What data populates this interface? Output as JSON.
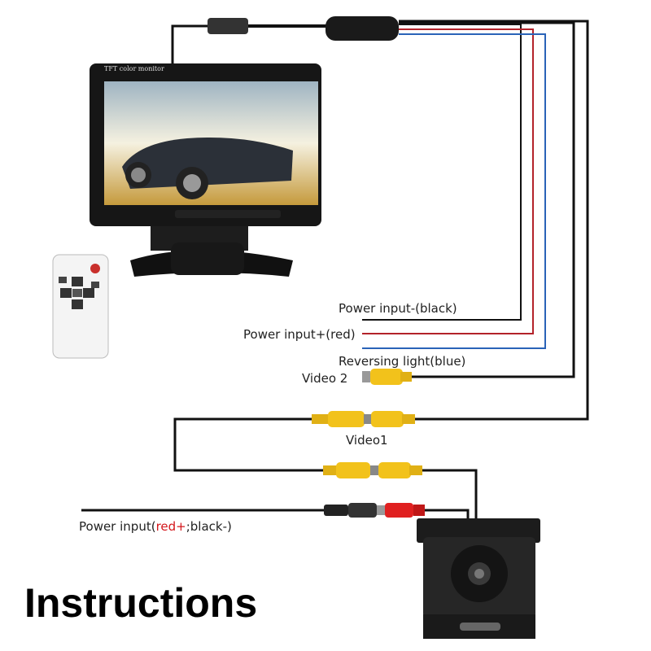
{
  "title": "Instructions",
  "monitor": {
    "label": "TFT color monitor"
  },
  "labels": {
    "power_minus": "Power input-(black)",
    "power_plus": "Power input+(red)",
    "reversing": "Reversing light(blue)",
    "video2": "Video 2",
    "video1": "Video1",
    "power_cam_prefix": "Power input(",
    "power_cam_red": "red+",
    "power_cam_suffix": ";black-)"
  },
  "colors": {
    "wire_black": "#111111",
    "wire_red": "#b3222a",
    "wire_blue": "#2a63b8",
    "rca_yellow": "#f2c21b",
    "plug_red": "#e02020"
  }
}
